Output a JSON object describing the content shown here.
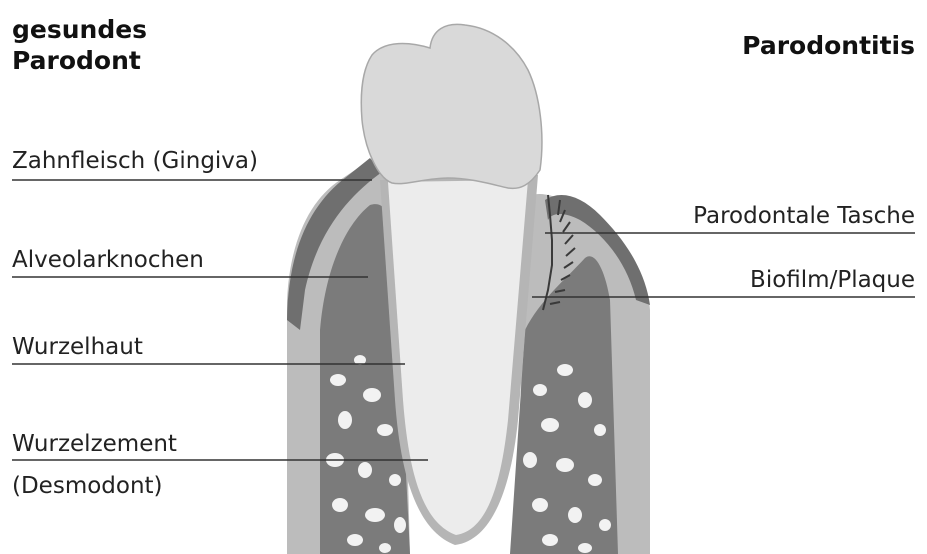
{
  "headings": {
    "left": [
      "gesundes",
      "Parodont"
    ],
    "right": "Parodontitis"
  },
  "labels_left": [
    "Zahnfleisch (Gingiva)",
    "Alveolarknochen",
    "Wurzelhaut",
    "Wurzelzement",
    "(Desmodont)"
  ],
  "labels_right": [
    "Parodontale Tasche",
    "Biofilm/Plaque"
  ],
  "colors": {
    "crown": "#d9d9d9",
    "root": "#ececec",
    "root_outline": "#b5b5b5",
    "gum_light": "#bcbcbc",
    "gum_dark": "#6f6f6f",
    "bone": "#7b7b7b",
    "bone_holes": "#f2f2f2",
    "line": "#333333"
  }
}
